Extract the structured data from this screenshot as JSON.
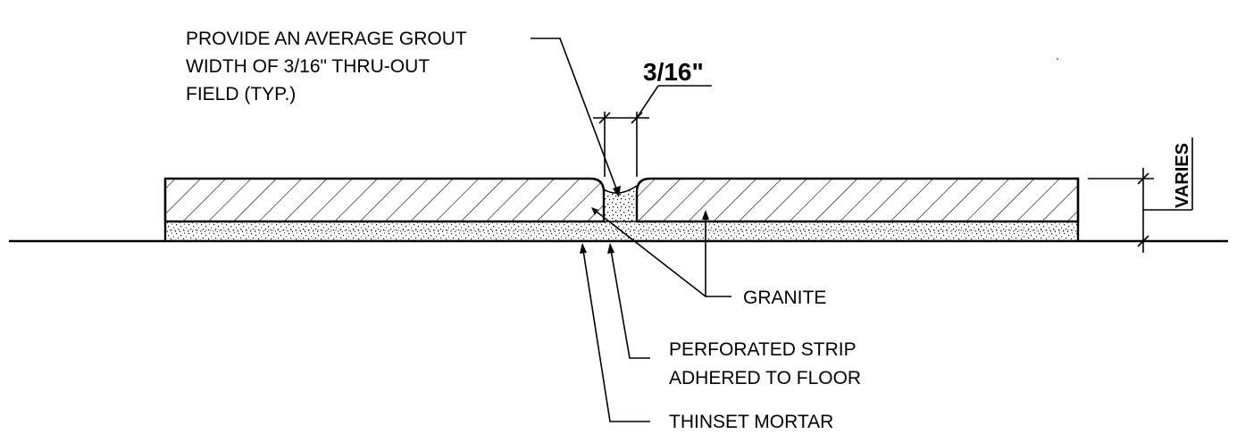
{
  "notes": {
    "grout_line1": "PROVIDE AN AVERAGE GROUT",
    "grout_line2": "WIDTH OF 3/16\" THRU-OUT",
    "grout_line3": "FIELD (TYP.)",
    "granite": "GRANITE",
    "strip_line1": "PERFORATED STRIP",
    "strip_line2": "ADHERED TO FLOOR",
    "mortar": "THINSET MORTAR"
  },
  "dimensions": {
    "joint_width": "3/16\"",
    "thickness": "VARIES"
  },
  "colors": {
    "ink": "#000000",
    "paper": "#ffffff"
  }
}
